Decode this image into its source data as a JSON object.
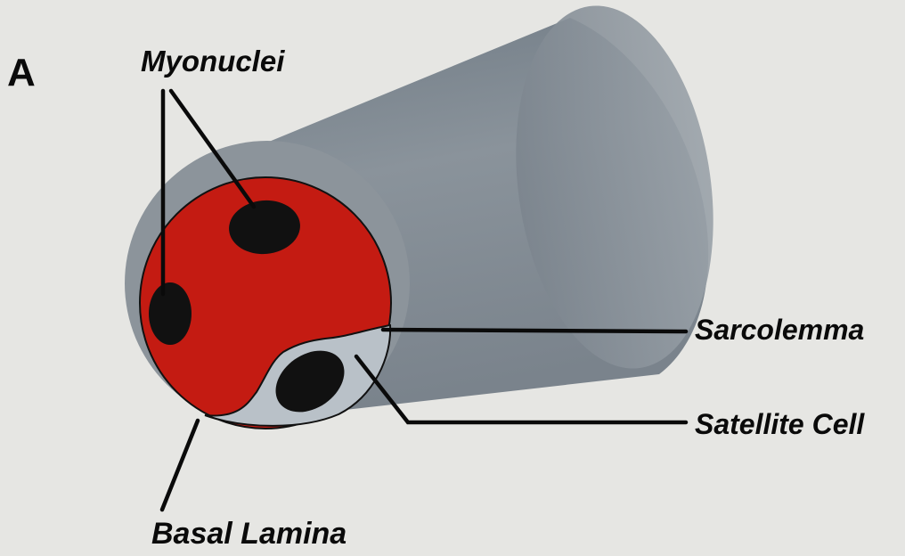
{
  "figure": {
    "panel_letter": "A",
    "labels": {
      "myonuclei": "Myonuclei",
      "sarcolemma": "Sarcolemma",
      "satellite_cell": "Satellite Cell",
      "basal_lamina": "Basal Lamina"
    },
    "colors": {
      "background": "#e6e6e3",
      "fiber_body": "#7f8891",
      "basal_lamina": "#8c949b",
      "myofiber_cytoplasm": "#c41b12",
      "satellite_cell": "#b9c1c8",
      "nucleus": "#111111",
      "leader_line": "#0a0a0a"
    }
  }
}
